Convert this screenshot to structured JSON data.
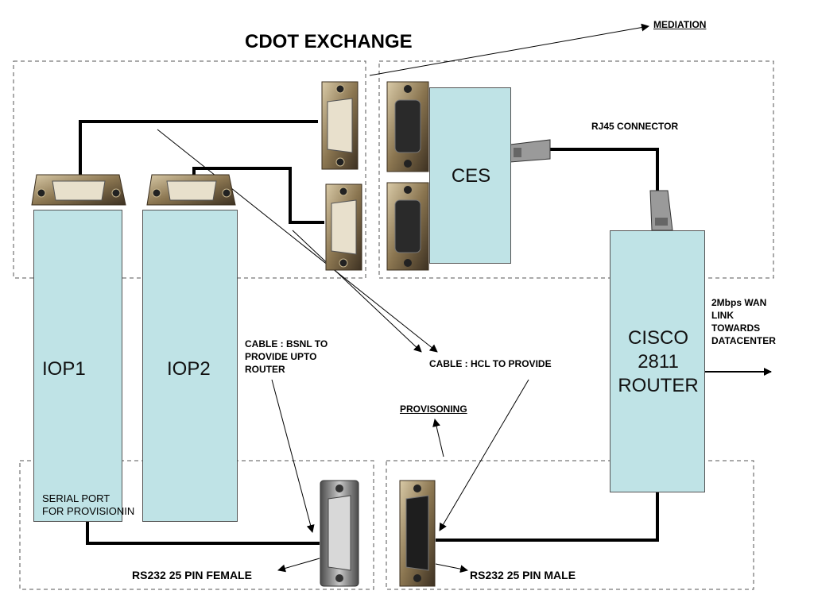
{
  "title": "CDOT EXCHANGE",
  "labels": {
    "mediation": "MEDIATION",
    "rj45": "RJ45 CONNECTOR",
    "wan": "2Mbps WAN\nLINK\nTOWARDS\nDATACENTER",
    "cable_bsnl": "CABLE : BSNL TO\nPROVIDE UPTO\nROUTER",
    "cable_hcl": "CABLE : HCL TO PROVIDE",
    "provisioning": "PROVISONING",
    "serial_port": "SERIAL PORT\nFOR PROVISIONIN",
    "rs232_female": "RS232 25 PIN FEMALE",
    "rs232_male": "RS232 25 PIN MALE"
  },
  "boxes": {
    "iop1": "IOP1",
    "iop2": "IOP2",
    "ces": "CES",
    "router": "CISCO\n2811\nROUTER"
  },
  "colors": {
    "box_fill": "#bfe3e6",
    "line": "#000000",
    "dashed": "#555555"
  }
}
